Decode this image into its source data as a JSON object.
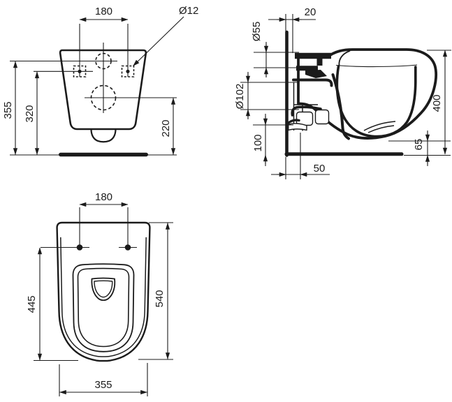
{
  "drawing_labels": {
    "front": {
      "hole_spacing": "180",
      "hole_diameter": "Ø12",
      "flush_height": "355",
      "fixing_height": "320",
      "outlet_height": "220"
    },
    "side": {
      "wall_offset": "20",
      "inlet_dia": "Ø55",
      "outlet_dia": "Ø102",
      "outlet_bottom": "100",
      "outlet_distance": "50",
      "clearance": "65",
      "height": "400"
    },
    "plan": {
      "hinge_spacing": "180",
      "inner_length": "445",
      "depth": "540",
      "width": "355"
    }
  }
}
